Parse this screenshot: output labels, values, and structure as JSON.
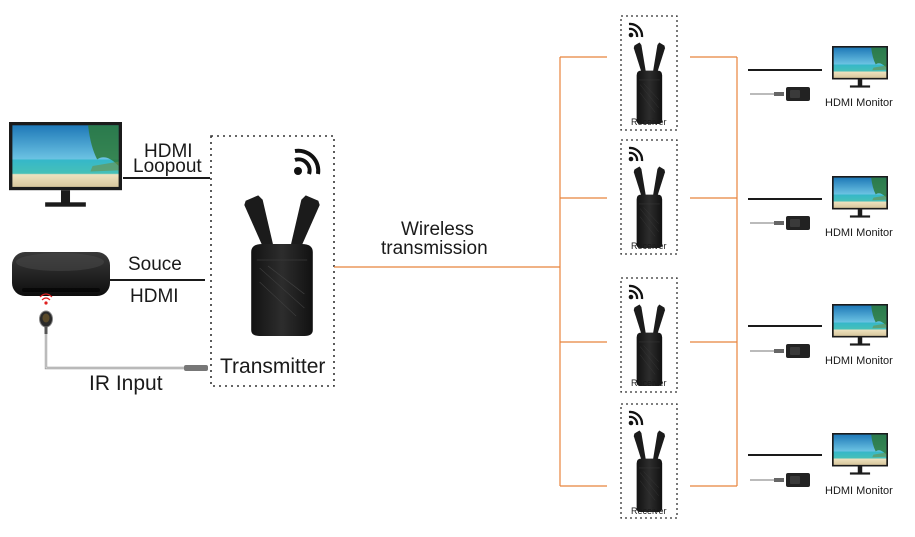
{
  "labels": {
    "hdmi_loopout_line1": "HDMI",
    "hdmi_loopout_line2": "Loopout",
    "source_label": "Souce",
    "source_hdmi_label": "HDMI",
    "ir_input": "IR Input",
    "transmitter": "Transmitter",
    "wireless_line1": "Wireless",
    "wireless_line2": "transmission",
    "receiver": "Receiver",
    "hdmi_monitor": "HDMI Monitor"
  },
  "receivers": [
    {
      "label": "Receiver",
      "monitor_label": "HDMI Monitor"
    },
    {
      "label": "Receiver",
      "monitor_label": "HDMI Monitor"
    },
    {
      "label": "Receiver",
      "monitor_label": "HDMI Monitor"
    },
    {
      "label": "Receiver",
      "monitor_label": "HDMI Monitor"
    }
  ],
  "colors": {
    "wireless_line": "#e8843c",
    "cable": "#1a1a1a",
    "dashed_border": "#333333",
    "device_body": "#1c1c1c",
    "ir_led": "#e02020"
  },
  "icons": {
    "signal": "wifi-signal-icon",
    "tv": "tv-icon",
    "settop": "set-top-box-icon",
    "ir_receiver": "ir-receiver-icon",
    "dongle": "usb-dongle-icon"
  }
}
